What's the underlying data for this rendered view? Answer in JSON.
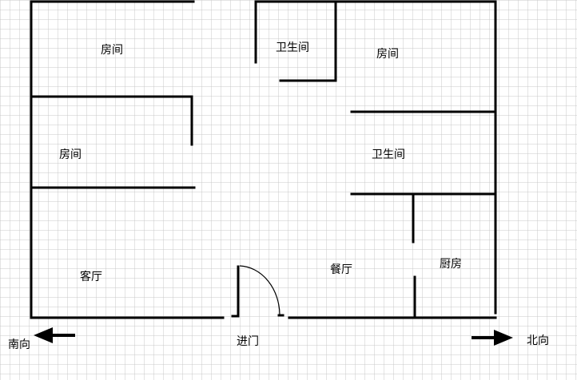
{
  "rooms": {
    "bedroom_top_left": "房间",
    "bathroom_top": "卫生间",
    "bedroom_top_right": "房间",
    "bedroom_middle_left": "房间",
    "bathroom_right": "卫生间",
    "kitchen": "厨房",
    "living_room": "客厅",
    "dining_room": "餐厅"
  },
  "entrance": "进门",
  "directions": {
    "south": "南向",
    "north": "北向"
  },
  "colors": {
    "grid": "#c8c8c8",
    "wall": "#000000",
    "background": "#ffffff"
  }
}
